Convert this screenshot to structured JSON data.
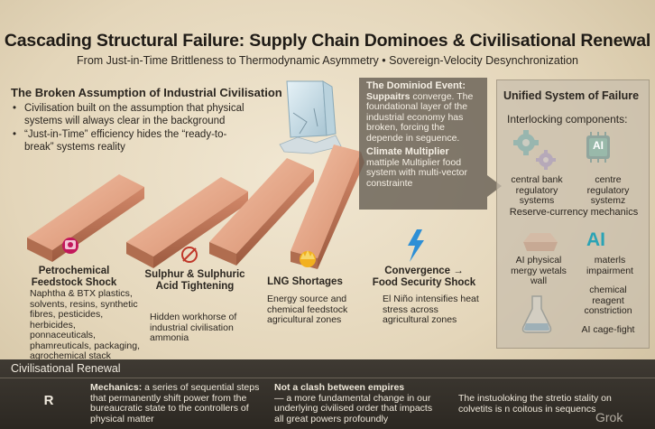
{
  "header": {
    "title": "Cascading Structural Failure: Supply Chain Dominoes & Civilisational Renewal",
    "subtitle": "From Just-in-Time Brittleness to Thermodynamic Asymmetry • Sovereign-Velocity Desynchronization"
  },
  "broken": {
    "title": "The Broken Assumption of Industrial Civilisation",
    "bullets": [
      "Civilisation built on the assumption that physical systems will always clear in the background",
      "“Just-in-Time” efficiency hides the “ready-to-break” systems reality"
    ]
  },
  "domino_event": {
    "heading": "The Dominiod Event:",
    "lead": "Suppaitrs",
    "text": " converge. The foundational layer of the industrial economy has broken, forcing the depende in seguence.",
    "heading2": "Climate Multiplier",
    "text2": "mattiple Multiplier food system with multi-vector constrainte"
  },
  "unified": {
    "title": "Unified System of Failure",
    "subtitle": "Interlocking components:",
    "item1": "central bank regulatory systems",
    "item2": "centre regulatory systemz",
    "item3": "Reserve-currency mechanics",
    "item4": "AI physical mergy wetals wall",
    "item5": "materls impairment",
    "item6": "chemical reagent constriction",
    "item7": "AI cage-fight",
    "ai_badge": "AI",
    "ai_text": "AI"
  },
  "dominoes": [
    {
      "title": "Petrochemical Feedstock Shock",
      "text": "Naphtha & BTX plastics, solvents, resins, synthetic fibres, pesticides, herbicides, ponnaceuticals, phamreuticals, packaging, agrochemical stack"
    },
    {
      "title": "Sulphur & Sulphuric Acid Tightening",
      "text": "Hidden workhorse of industrial civilisation ammonia"
    },
    {
      "title": "LNG Shortages",
      "text": "Energy source and chemical feedstock agricultural zones"
    },
    {
      "title": "Convergence → Food Security Shock",
      "text": "El Niño intensifies heat stress across agricultural zones"
    }
  ],
  "renewal": {
    "title": "Civilisational Renewal",
    "badge": "R",
    "mech_label": "Mechanics:",
    "mech_text": " a series of sequential steps that permanently shift power from the bureaucratic state to the controllers of physical matter",
    "clash_label": "Not a clash between empires",
    "clash_text": "— a more fundamental change in our underlying civilised order that impacts all great powers profoundly",
    "closing": "The instuoloking the stretio stality on colvetits is n coitous in sequencs",
    "watermark": "Grok"
  },
  "colors": {
    "copper": "#c98768",
    "panel_dark": "#625a50",
    "renewal_bar": "#2c2822",
    "accent_blue": "#2d8fd6",
    "gear_teal": "#2aa3b5",
    "gear_purple": "#8d7ad6"
  }
}
